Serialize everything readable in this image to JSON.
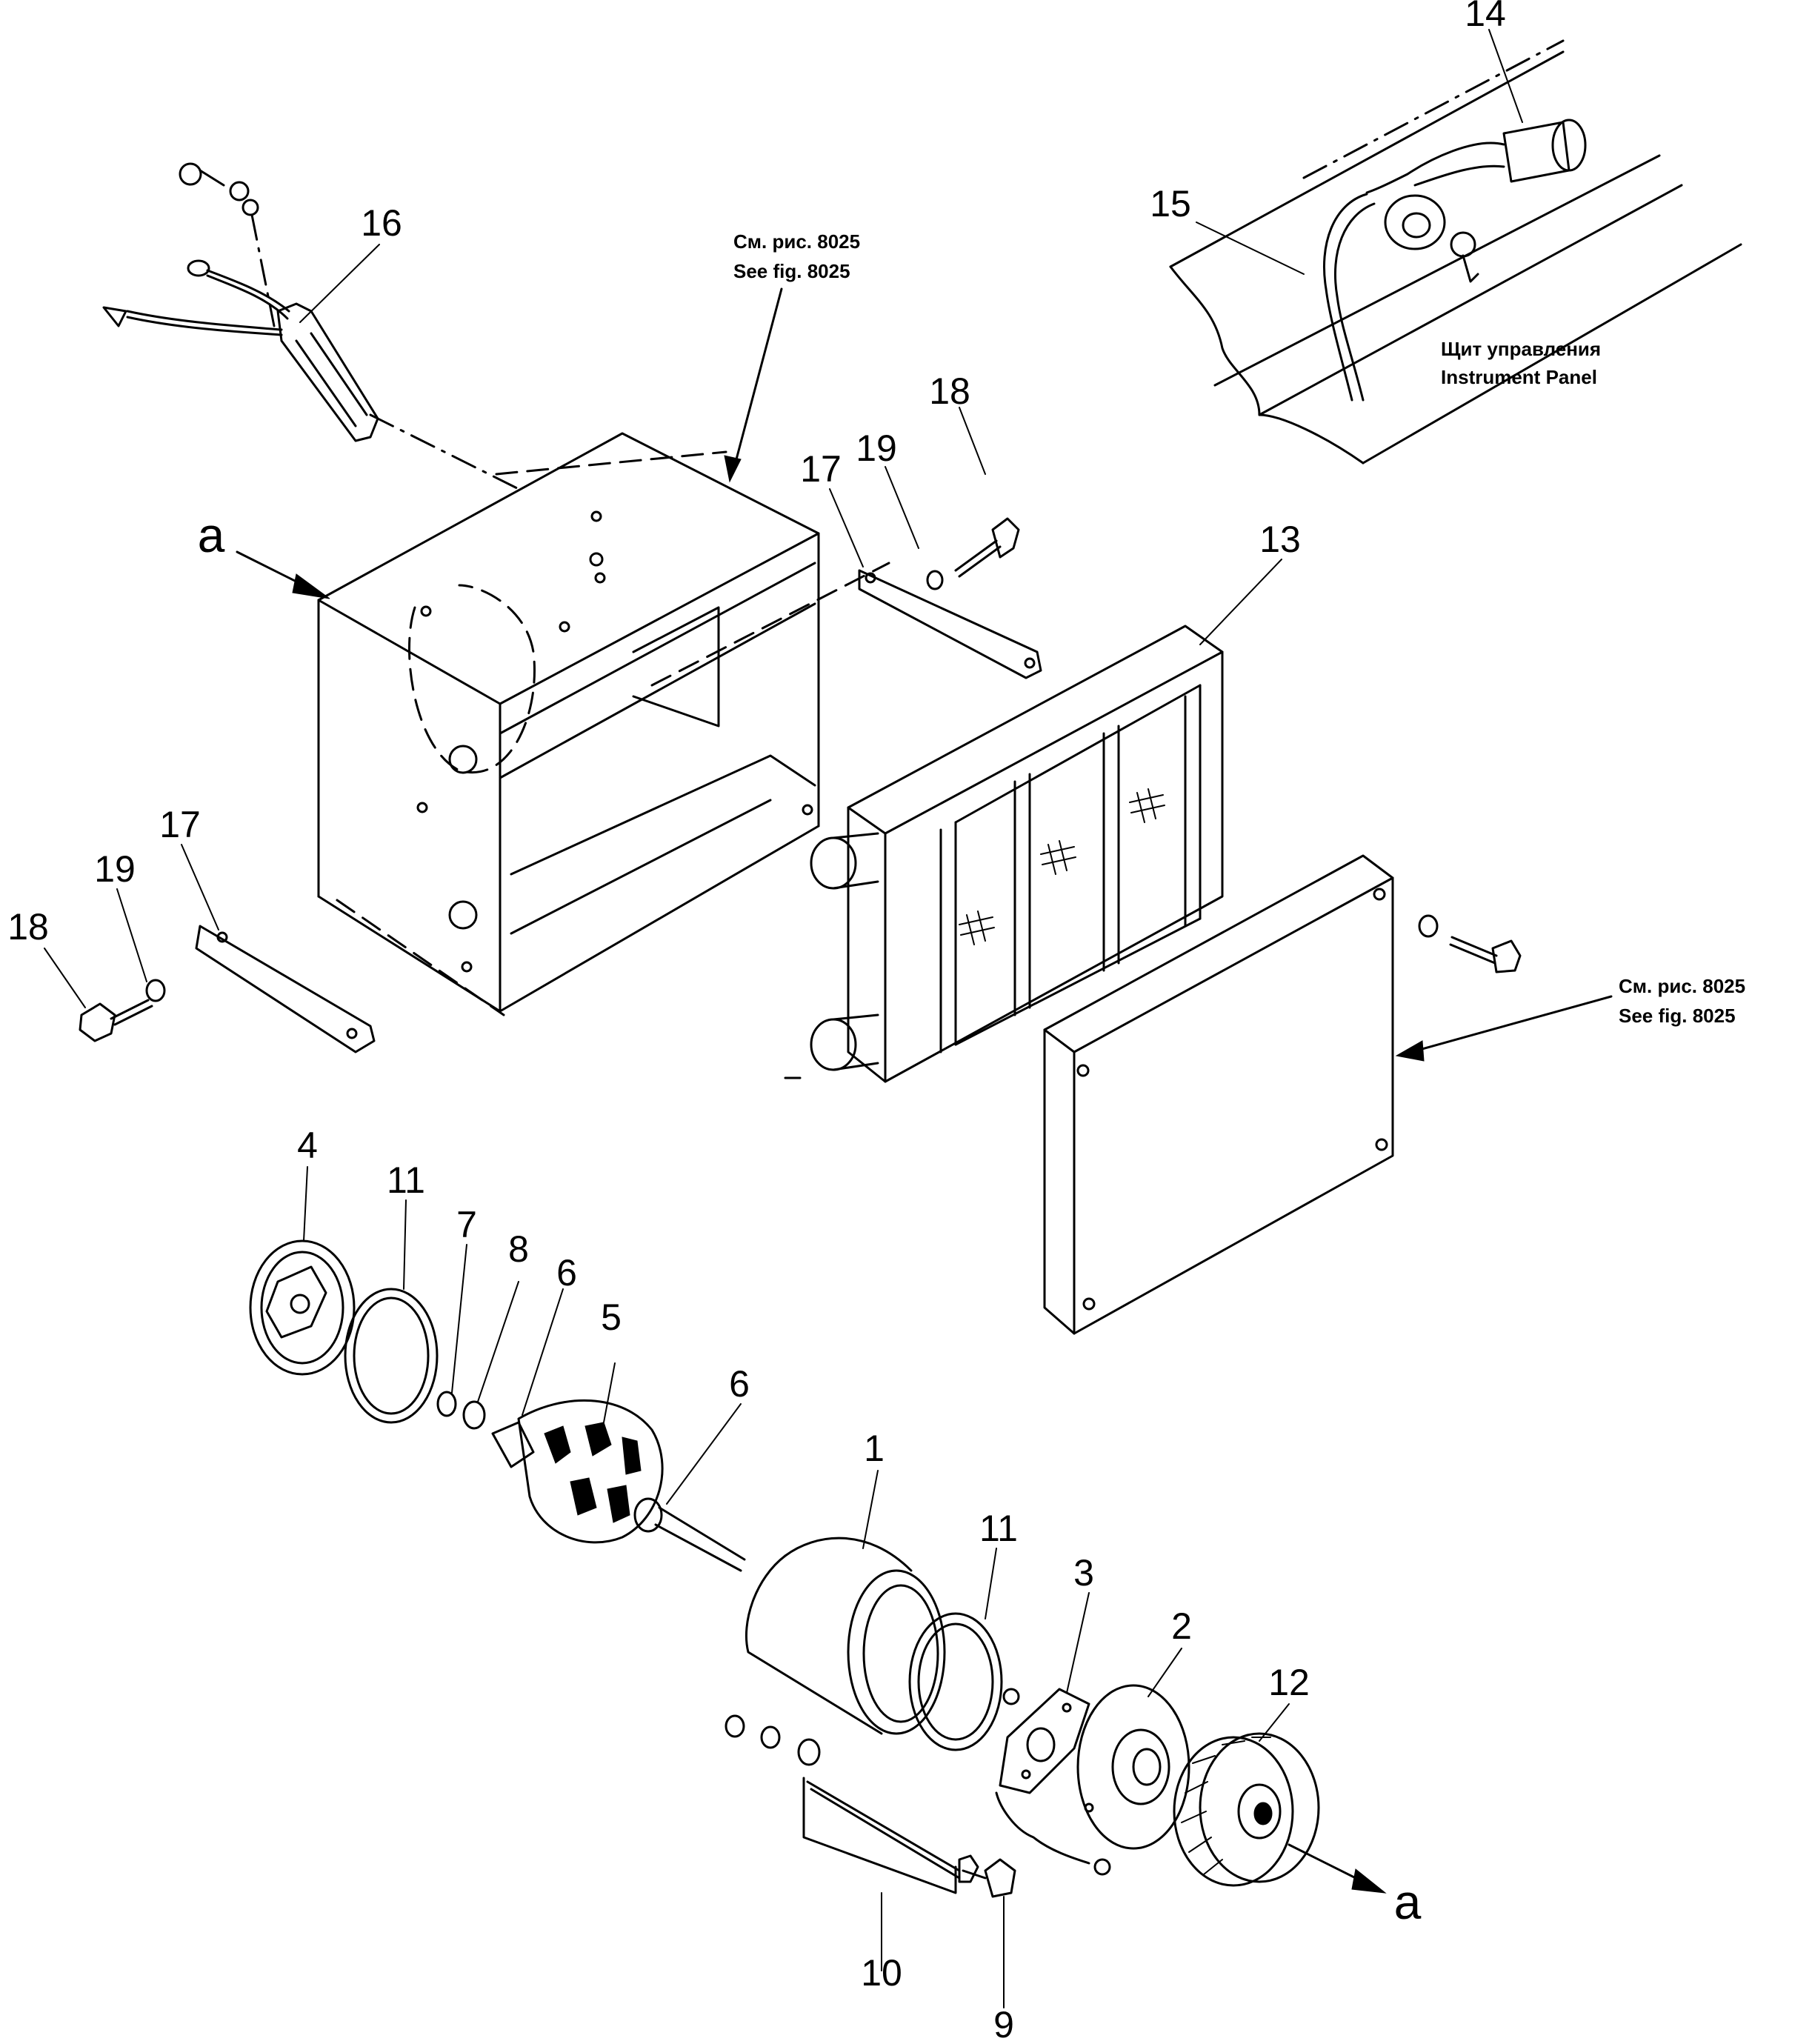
{
  "callouts": {
    "c1": "1",
    "c2": "2",
    "c3": "3",
    "c4": "4",
    "c5": "5",
    "c6a": "6",
    "c6b": "6",
    "c7": "7",
    "c8": "8",
    "c9": "9",
    "c10": "10",
    "c11a": "11",
    "c11b": "11",
    "c12": "12",
    "c13": "13",
    "c14": "14",
    "c15": "15",
    "c16": "16",
    "c17a": "17",
    "c17b": "17",
    "c18a": "18",
    "c18b": "18",
    "c19a": "19",
    "c19b": "19"
  },
  "view_markers": {
    "a_top": "a",
    "a_bottom": "a"
  },
  "references": {
    "top_ru": "См. рис. 8025",
    "top_en": "See fig. 8025",
    "right_ru": "См. рис. 8025",
    "right_en": "See fig. 8025"
  },
  "panel_label": {
    "ru": "Щит управления",
    "en": "Instrument Panel"
  }
}
